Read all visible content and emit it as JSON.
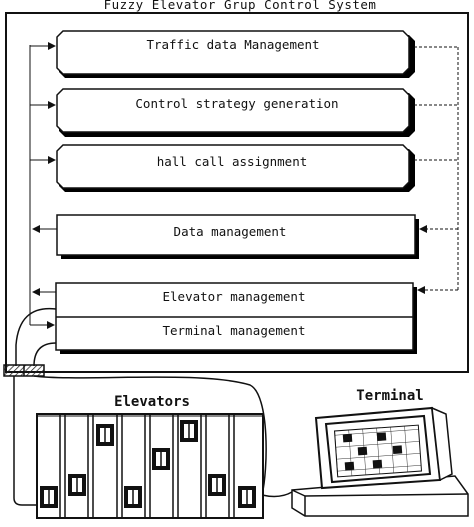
{
  "system_title": "Fuzzy Elevator Grup Control System",
  "modules": [
    {
      "label": "Traffic data Management"
    },
    {
      "label": "Control strategy generation"
    },
    {
      "label": "hall call assignment"
    },
    {
      "label": "Data management"
    },
    {
      "label": "Elevator management"
    },
    {
      "label": "Terminal management"
    }
  ],
  "elevators_label": "Elevators",
  "terminal_label": "Terminal"
}
